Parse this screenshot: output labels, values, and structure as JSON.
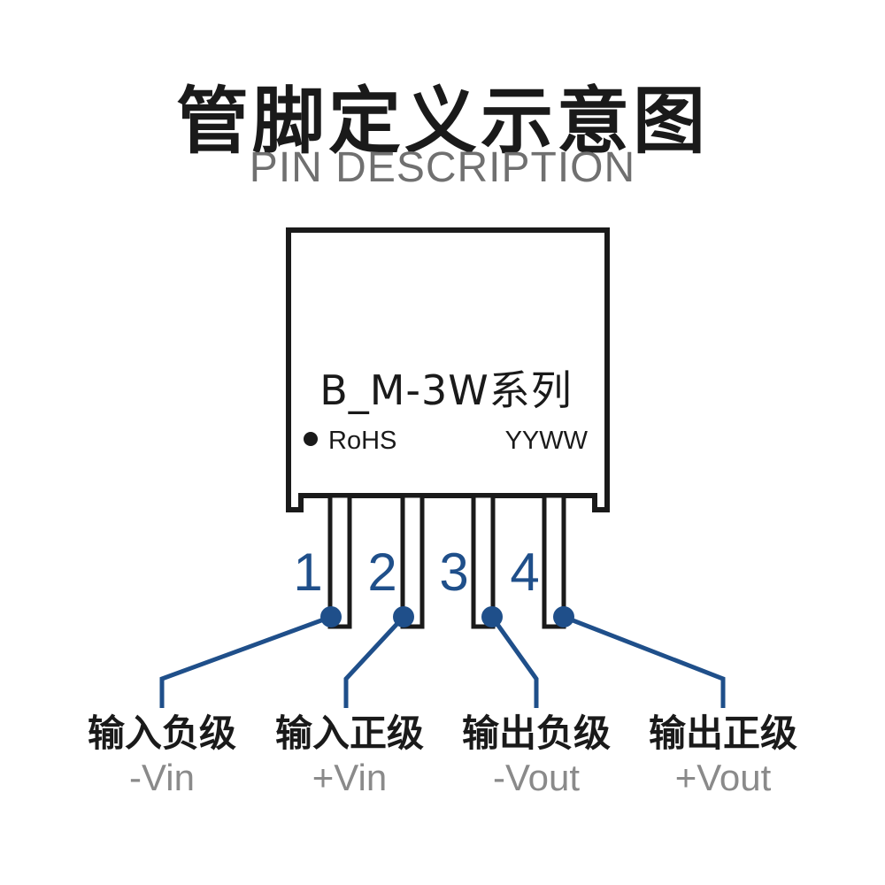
{
  "title": {
    "cn": "管脚定义示意图",
    "en": "PIN DESCRIPTION"
  },
  "module": {
    "name": "B_M-3W系列",
    "rohs": "RoHS",
    "date_code": "YYWW"
  },
  "pins": [
    {
      "number": "1",
      "label_cn": "输入负级",
      "label_en": "-Vin"
    },
    {
      "number": "2",
      "label_cn": "输入正级",
      "label_en": "+Vin"
    },
    {
      "number": "3",
      "label_cn": "输出负级",
      "label_en": "-Vout"
    },
    {
      "number": "4",
      "label_cn": "输出正级",
      "label_en": "+Vout"
    }
  ],
  "colors": {
    "accent": "#1f4f8a",
    "outline": "#1a1a1a",
    "subtitle": "#707070",
    "signal_text": "#8a8a8a"
  }
}
